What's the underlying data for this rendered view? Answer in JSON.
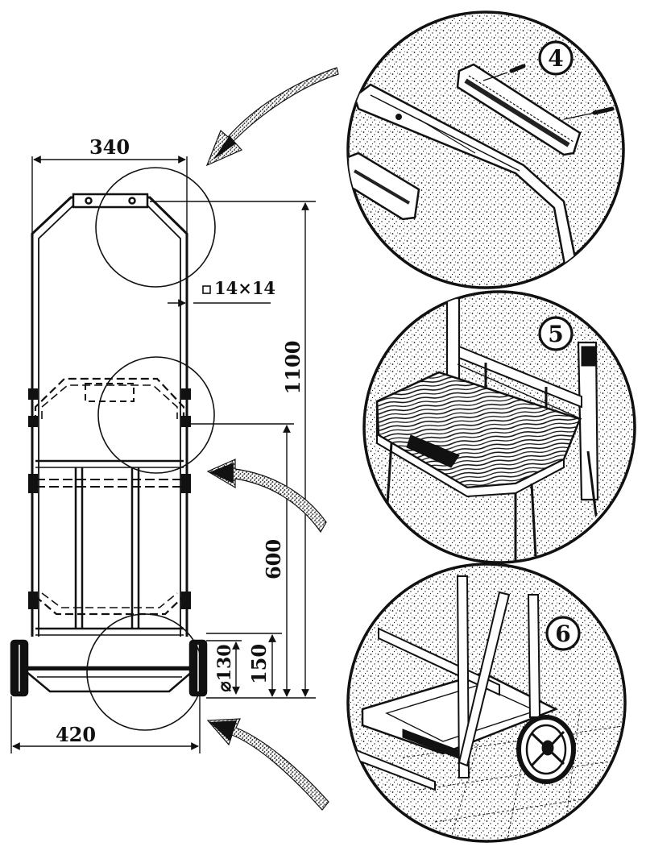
{
  "dimensions": {
    "top_width": "340",
    "tube_section": "14×14",
    "total_height": "1100",
    "platform_height": "600",
    "axle_height": "150",
    "wheel_diameter": "⌀130",
    "base_width": "420"
  },
  "details": [
    {
      "label": "4"
    },
    {
      "label": "5"
    },
    {
      "label": "6"
    }
  ],
  "colors": {
    "ink": "#111111",
    "paper": "#ffffff",
    "wood": "#2a2a2a"
  }
}
